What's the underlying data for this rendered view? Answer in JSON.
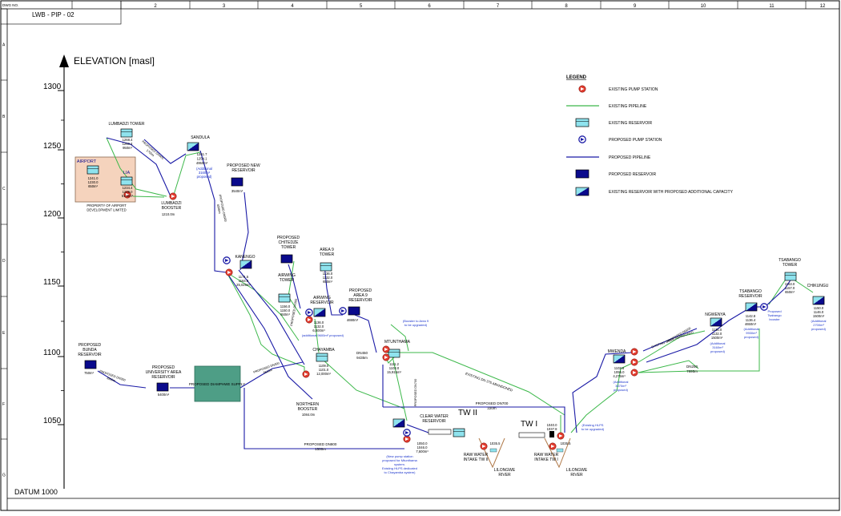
{
  "drawing": {
    "dwg_label": "DWG NO.",
    "dwg_number": "LWB - PIP - 02",
    "grid_columns": [
      "2",
      "3",
      "4",
      "5",
      "6",
      "7",
      "8",
      "9",
      "10",
      "11",
      "12"
    ],
    "grid_rows": [
      "A",
      "B",
      "C",
      "D",
      "E",
      "F",
      "G"
    ]
  },
  "axis": {
    "title": "ELEVATION [masl]",
    "ticks": [
      "1300",
      "1250",
      "1200",
      "1150",
      "1100",
      "1050"
    ],
    "datum": "DATUM 1000"
  },
  "legend": {
    "title": "LEGEND",
    "items": [
      {
        "label": "EXISTING PUMP STATION",
        "icon": "existing-pump-icon"
      },
      {
        "label": "EXISTING PIPELINE",
        "icon": "existing-pipeline-line"
      },
      {
        "label": "EXISTING RESERVOIR",
        "icon": "existing-reservoir-icon"
      },
      {
        "label": "PROPOSED PUMP STATION",
        "icon": "proposed-pump-icon"
      },
      {
        "label": "PROPOSED PIPELINE",
        "icon": "proposed-pipeline-line"
      },
      {
        "label": "PROPOSED RESERVOIR",
        "icon": "proposed-reservoir-icon"
      },
      {
        "label": "EXISTING RESERVOIR WITH PROPOSED ADDITIONAL CAPACITY",
        "icon": "expanded-reservoir-icon"
      }
    ]
  },
  "colors": {
    "existing_pipe": "#3cb84a",
    "proposed_pipe": "#1a1aa6",
    "existing_reservoir": "#8fe3ee",
    "proposed_reservoir": "#0a0a8c",
    "pump": "#e23b2e",
    "note_blue": "#1a33cc",
    "airport_fill": "#f5d3bd",
    "diamphwe_fill": "#4e9e86"
  },
  "airport": {
    "label1": "AIRPORT",
    "label1_data": [
      "1241.0",
      "1230.0",
      "650m³"
    ],
    "label2": "LIA",
    "label2_data": [
      "1234.4",
      "1229.0",
      "5140m³"
    ],
    "caption": [
      "PROPERTY OF AIRPORT",
      "DEVELOPMENT LIMITED"
    ]
  },
  "nodes": {
    "lumbadzi_tower": {
      "name": "LUMBADZI TOWER",
      "data": [
        "1268.4",
        "1260.4",
        "950m³"
      ]
    },
    "sandula": {
      "name": "SANDULA",
      "data": [
        "1261.7",
        "1254.1",
        "4950m³"
      ],
      "note": [
        "(Additional",
        "3160m³",
        "proposed)"
      ]
    },
    "lumbadzi_booster": {
      "name": [
        "LUMBADZI",
        "BOOSTER"
      ],
      "data": "1210.0m"
    },
    "proposed_new_res": {
      "name": [
        "PROPOSED NEW",
        "RESERVOIR"
      ],
      "data": "3540m³"
    },
    "kanengo": {
      "name": "KANENGO",
      "data": [
        "1171.5",
        "1164.8",
        "25,025m³"
      ]
    },
    "chitedze": {
      "name": [
        "PROPOSED",
        "CHITEDZE",
        "TOWER"
      ]
    },
    "area9_tower": {
      "name": [
        "AREA 9",
        "TOWER"
      ],
      "data": [
        "1136.0",
        "1132.0",
        "650m³"
      ]
    },
    "airwing_tower": {
      "name": [
        "AIRWING",
        "TOWER"
      ],
      "data": [
        "1156.0",
        "1150.0",
        "650m³"
      ]
    },
    "airwing_res": {
      "name": [
        "AIRWING",
        "RESERVOIR"
      ],
      "data": [
        "1136.0",
        "1132.0",
        "6,000m³"
      ],
      "note": "(additional 9600m³ proposed)"
    },
    "area9_res": {
      "name": [
        "PROPOSED",
        "AREA 9",
        "RESERVOIR"
      ],
      "data": "4690m³"
    },
    "mtunthama": {
      "name": "MTUNTHAMA",
      "note": [
        "(Booster to Area 9",
        "to be upgraded)"
      ],
      "data": [
        "1111.2",
        "1103.0",
        "15,915m³"
      ]
    },
    "chayamba": {
      "name": "CHAYAMBA",
      "data": [
        "1109.0",
        "1101.0",
        "12,000m³"
      ]
    },
    "bunda": {
      "name": [
        "PROPOSED",
        "BUNDA",
        "RESERVOIR"
      ],
      "data": "750m³"
    },
    "univ": {
      "name": [
        "PROPOSED",
        "UNIVERSITY AREA",
        "RESERVOIR"
      ],
      "data": "5400m³"
    },
    "diamphwe": {
      "name": "PROPOSED DIAMPHWE SUPPLY"
    },
    "northern_booster": {
      "name": [
        "NORTHERN",
        "BOOSTER"
      ],
      "data": "1084.0m"
    },
    "clear_water": {
      "name": [
        "CLEAR WATER",
        "RESERVOIR"
      ],
      "data": [
        "1050.0",
        "1046.0",
        "7,600m³"
      ],
      "note": [
        "(New pump station",
        "proposed for Mtunthama",
        "system.",
        "Existing HLPS dedicated",
        "to Chayamba system)"
      ]
    },
    "tw2": {
      "name": "TW II"
    },
    "tw1": {
      "name": "TW I"
    },
    "tw1_levels": [
      "1040.0",
      "1037.8"
    ],
    "raw_water_2": {
      "name": [
        "RAW WATER",
        "INTAKE TW II"
      ],
      "level": "1035.5"
    },
    "raw_water_1": {
      "name": [
        "RAW WATER",
        "INTAKE TW I"
      ],
      "level": "1035.5"
    },
    "lilongwe_river_1": {
      "name": [
        "LILONGWE",
        "RIVER"
      ]
    },
    "lilongwe_river_2": {
      "name": [
        "LILONGWE",
        "RIVER"
      ]
    },
    "hlps_note": [
      "(Existing HLPS",
      "to be upgraded)"
    ],
    "mwenda": {
      "name": "MWENDA",
      "data": [
        "1103.6",
        "1095.0",
        "4,275m³"
      ],
      "note": [
        "(Additional",
        "3670m³",
        "proposed)"
      ]
    },
    "ngwenya": {
      "name": "NGWENYA",
      "data": [
        "1136.0",
        "1132.0",
        "1500m³"
      ],
      "note": [
        "(Additional",
        "3160m³",
        "proposed)"
      ]
    },
    "tsabango_res": {
      "name": [
        "TSABANGO",
        "RESERVOIR"
      ],
      "data": [
        "1142.8",
        "1136.4",
        "4650m³"
      ],
      "note": [
        "(Additional",
        "9930m³",
        "proposed)"
      ]
    },
    "tsabango_booster": {
      "name": [
        "Proposed",
        "Tsabango",
        "booster"
      ]
    },
    "tsabango_tower": {
      "name": [
        "TSABANGO",
        "TOWER"
      ],
      "data": [
        "1163.0",
        "1157.0",
        "650m³"
      ]
    },
    "chikungu": {
      "name": "CHIKUNGU",
      "data": [
        "1150.0",
        "1146.0",
        "1500m³"
      ],
      "note": [
        "(Additional",
        "2700m³",
        "proposed)"
      ]
    }
  },
  "pipe_labels": {
    "dn800": [
      "PROPOSED DN800",
      "1500m"
    ],
    "dn700": [
      "PROPOSED DN700",
      "220m"
    ],
    "dn375_abandoned": "EXISTING DN 375 ABANDONED",
    "dn250_east": [
      "DN250",
      "7895m"
    ],
    "dn450": [
      "DN450",
      "9435m"
    ],
    "bunda_univ": [
      "PROPOSED DN300",
      "3500m"
    ],
    "univ_diam": [
      "PROPOSED DN300",
      "5500m"
    ],
    "kanengo_vertical": [
      "PROPOSED DN500",
      "6566m"
    ],
    "lumb_sandula": [
      "PROPOSED DN400",
      "1700m"
    ],
    "airwing_dn": "PROPOSED DN300",
    "mtun_dn": "PROPOSED DN700",
    "ngwenya_dn": "EXISTING DN200 ABANDONED",
    "mwenda_dn": "PROPOSED DN600"
  }
}
